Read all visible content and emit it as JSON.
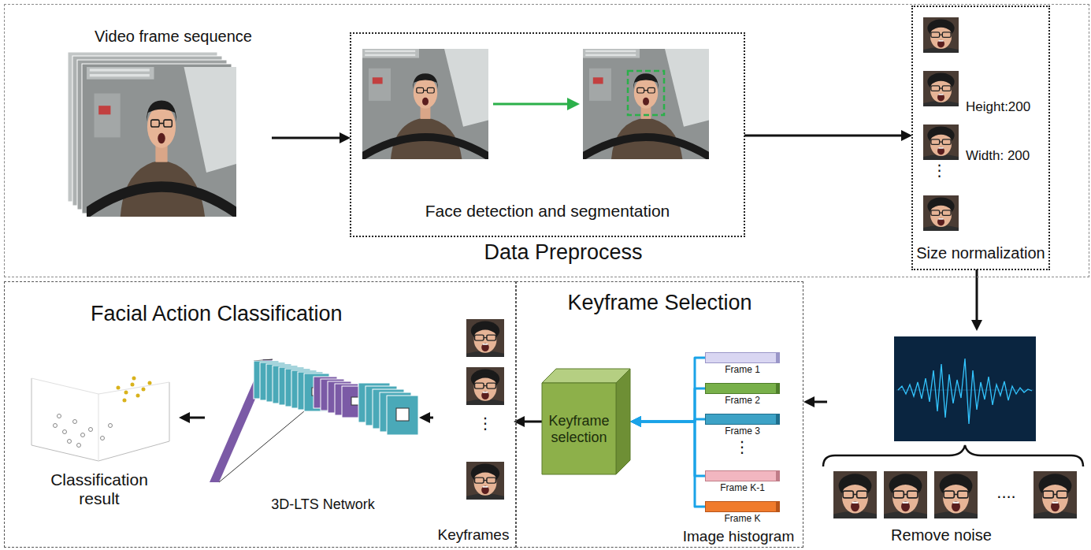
{
  "diagram": {
    "nodes": [
      {
        "text": [
          "Data Preprocess"
        ]
      },
      {
        "text": [
          "Video frame sequence"
        ],
        "in": 0
      },
      {
        "text": [
          "Face detection and segmentation"
        ],
        "in": 0
      },
      {
        "text": [
          "Height:200",
          "Width: 200",
          "Size normalization"
        ],
        "in": 0
      },
      {
        "text": [
          "Facial Action Classification"
        ]
      },
      {
        "text": [
          "Classification result"
        ],
        "in": 4
      },
      {
        "text": [
          "3D-LTS Network"
        ],
        "in": 4
      },
      {
        "text": [
          "Keyframes"
        ],
        "in": 4
      },
      {
        "text": [
          "Keyframe Selection",
          "Image histogram"
        ]
      },
      {
        "text": [
          "Keyframe selection"
        ],
        "in": 8
      },
      {
        "text": [
          "Frame 1"
        ],
        "in": 8
      },
      {
        "text": [
          "Frame 2"
        ],
        "in": 8
      },
      {
        "text": [
          "Frame 3"
        ],
        "in": 8
      },
      {
        "text": [
          "Frame K-1"
        ],
        "in": 8
      },
      {
        "text": [
          "Frame K"
        ],
        "in": 8
      },
      {
        "text": [
          "Remove noise"
        ]
      }
    ],
    "edges": [
      {
        "from": 1,
        "to": 2,
        "arrow": "to"
      },
      {
        "from": 2,
        "to": 3,
        "arrow": "to"
      },
      {
        "from": 3,
        "to": 15,
        "arrow": "to"
      },
      {
        "from": 15,
        "to": 8,
        "arrow": "to"
      },
      {
        "from": 10,
        "to": 9,
        "arrow": "to"
      },
      {
        "from": 11,
        "to": 9,
        "arrow": "to"
      },
      {
        "from": 12,
        "to": 9,
        "arrow": "to"
      },
      {
        "from": 13,
        "to": 9,
        "arrow": "to"
      },
      {
        "from": 14,
        "to": 9,
        "arrow": "to"
      },
      {
        "from": 9,
        "to": 7,
        "arrow": "to"
      },
      {
        "from": 7,
        "to": 6,
        "arrow": "to"
      },
      {
        "from": 6,
        "to": 5,
        "arrow": "to"
      }
    ],
    "labels": [
      "⋮",
      "⋮",
      "⋮",
      "...."
    ]
  }
}
